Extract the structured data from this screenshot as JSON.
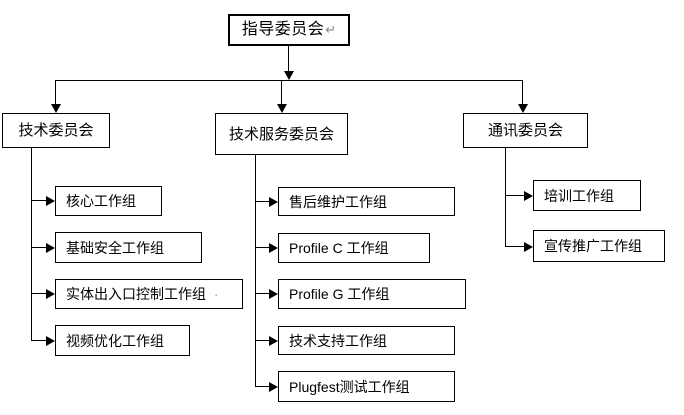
{
  "diagram": {
    "type": "organization-chart",
    "title_text": "指导委员会",
    "colors": {
      "line": "#000000",
      "box_fill": "#ffffff",
      "box_border": "#000000",
      "text": "#000000",
      "mark": "#8a8a8a",
      "background": "#ffffff"
    },
    "root": {
      "label": "指导委员会",
      "trailing_mark": "↵"
    },
    "committees": [
      {
        "label": "技术委员会"
      },
      {
        "label": "技术服务委员会"
      },
      {
        "label": "通讯委员会"
      }
    ],
    "groups_technical": [
      {
        "label": "核心工作组"
      },
      {
        "label": "基础安全工作组"
      },
      {
        "label": "实体出入口控制工作组",
        "trailing_mark": "·"
      },
      {
        "label": "视频优化工作组"
      }
    ],
    "groups_technical_service": [
      {
        "label": "售后维护工作组"
      },
      {
        "label": "Profile C 工作组"
      },
      {
        "label": "Profile G 工作组"
      },
      {
        "label": "技术支持工作组"
      },
      {
        "label": "Plugfest测试工作组"
      }
    ],
    "groups_communication": [
      {
        "label": "培训工作组"
      },
      {
        "label": "宣传推广工作组"
      }
    ]
  }
}
